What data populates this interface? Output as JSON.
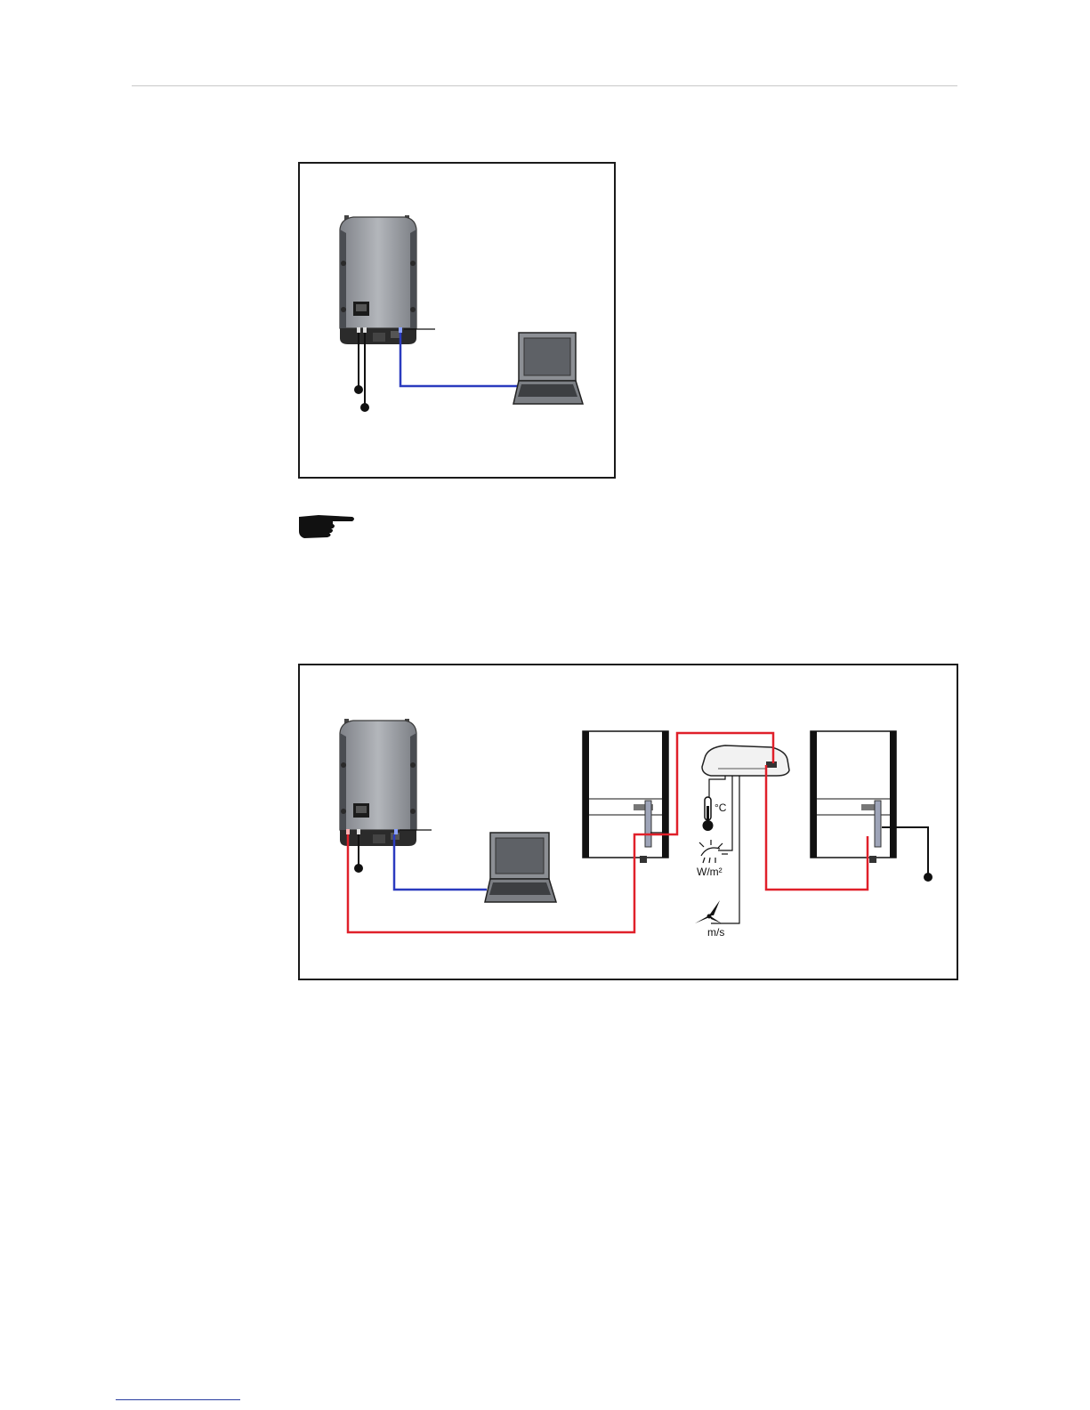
{
  "labels": {
    "temperature_unit": "°C",
    "irradiance_unit": "W/m²",
    "wind_unit": "m/s"
  },
  "colors": {
    "network_cable": "#2b3bbf",
    "datcom_cable": "#e0202a",
    "frame": "#1a1a1a",
    "inverter_body": "#9ea1a6"
  },
  "icons": {
    "note": "pointing-hand-icon",
    "temperature": "thermometer-icon",
    "irradiance": "sun-irradiance-icon",
    "wind": "anemometer-icon"
  }
}
